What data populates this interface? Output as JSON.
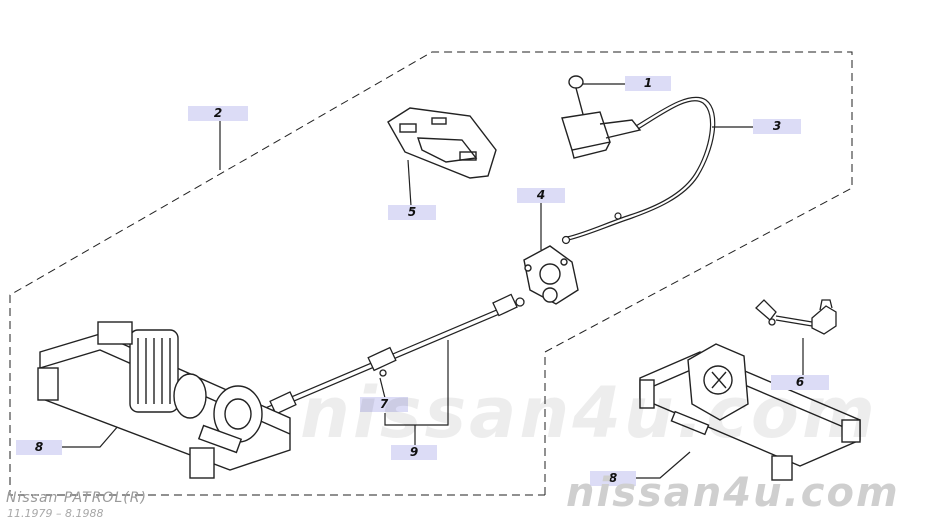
{
  "callouts": [
    {
      "id": "callout-1",
      "label": "1"
    },
    {
      "id": "callout-2",
      "label": "2"
    },
    {
      "id": "callout-3",
      "label": "3"
    },
    {
      "id": "callout-4",
      "label": "4"
    },
    {
      "id": "callout-5",
      "label": "5"
    },
    {
      "id": "callout-6",
      "label": "6"
    },
    {
      "id": "callout-7",
      "label": "7"
    },
    {
      "id": "callout-8-left",
      "label": "8"
    },
    {
      "id": "callout-8-right",
      "label": "8"
    },
    {
      "id": "callout-9",
      "label": "9"
    }
  ],
  "watermark": {
    "brand": "nissan4u.com",
    "model": "Nissan PATROL(R)",
    "years": "11.1979 – 8.1988"
  },
  "colors": {
    "line": "#222222",
    "callout_bg": "#dcdcf6",
    "watermark": "#cfcfcf"
  }
}
